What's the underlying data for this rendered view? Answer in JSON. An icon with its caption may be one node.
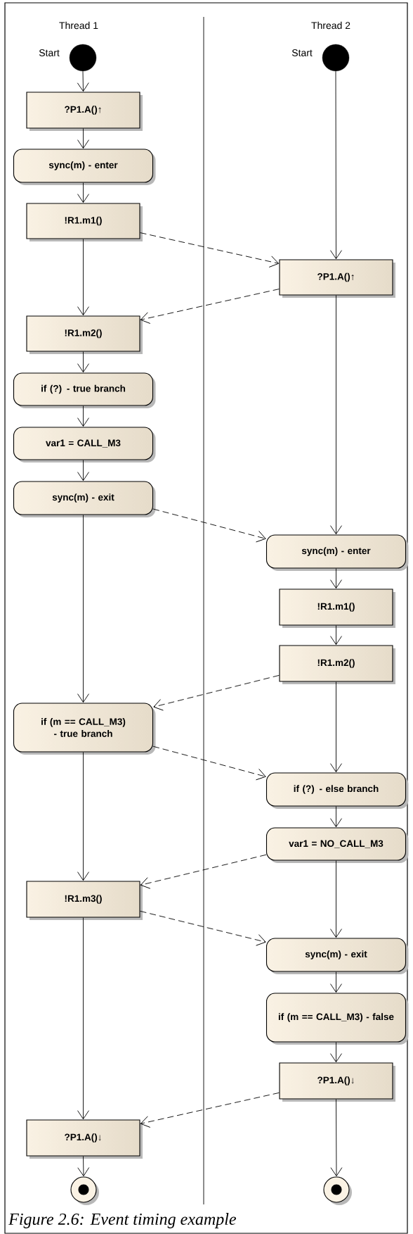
{
  "diagram": {
    "caption": "Figure 2.6: Event timing example",
    "nodes": [
      {
        "text": [],
        "shape": "circle",
        "beside": [
          "Start"
        ]
      },
      {
        "text": [],
        "shape": "circle",
        "beside": [
          "Start"
        ]
      },
      {
        "text": [
          "?P1.A()↑"
        ]
      },
      {
        "text": [
          "sync(m) - enter"
        ]
      },
      {
        "text": [
          "!R1.m1()"
        ]
      },
      {
        "text": [
          "?P1.A()↑"
        ]
      },
      {
        "text": [
          "!R1.m2()"
        ]
      },
      {
        "text": [
          "if (?) - true branch"
        ]
      },
      {
        "text": [
          "var1 = CALL_M3"
        ]
      },
      {
        "text": [
          "sync(m) - exit"
        ]
      },
      {
        "text": [
          "sync(m) - enter"
        ]
      },
      {
        "text": [
          "!R1.m1()"
        ]
      },
      {
        "text": [
          "!R1.m2()"
        ]
      },
      {
        "text": [
          "if (m == CALL_M3) - true branch"
        ]
      },
      {
        "text": [
          "if (?) - else branch"
        ]
      },
      {
        "text": [
          "var1 = NO_CALL_M3"
        ]
      },
      {
        "text": [
          "!R1.m3()"
        ]
      },
      {
        "text": [
          "sync(m) - exit"
        ]
      },
      {
        "text": [
          "if (m == CALL_M3) - false"
        ]
      },
      {
        "text": [
          "?P1.A()↓"
        ]
      },
      {
        "text": [
          "?P1.A()↓"
        ]
      },
      {
        "text": [],
        "shape": "bullseye"
      },
      {
        "text": [],
        "shape": "bullseye"
      }
    ],
    "edges": [
      {
        "from": 0,
        "to": 2,
        "arrow": "to"
      },
      {
        "from": 2,
        "to": 3,
        "arrow": "to"
      },
      {
        "from": 3,
        "to": 4,
        "arrow": "to"
      },
      {
        "from": 4,
        "to": 6,
        "arrow": "to"
      },
      {
        "from": 6,
        "to": 7,
        "arrow": "to"
      },
      {
        "from": 7,
        "to": 8,
        "arrow": "to"
      },
      {
        "from": 8,
        "to": 9,
        "arrow": "to"
      },
      {
        "from": 9,
        "to": 13,
        "arrow": "to"
      },
      {
        "from": 13,
        "to": 16,
        "arrow": "to"
      },
      {
        "from": 16,
        "to": 20,
        "arrow": "to"
      },
      {
        "from": 20,
        "to": 21,
        "arrow": "to"
      },
      {
        "from": 1,
        "to": 5,
        "arrow": "to"
      },
      {
        "from": 5,
        "to": 10,
        "arrow": "to"
      },
      {
        "from": 10,
        "to": 11,
        "arrow": "to"
      },
      {
        "from": 11,
        "to": 12,
        "arrow": "to"
      },
      {
        "from": 12,
        "to": 14,
        "arrow": "to"
      },
      {
        "from": 14,
        "to": 15,
        "arrow": "to"
      },
      {
        "from": 15,
        "to": 17,
        "arrow": "to"
      },
      {
        "from": 17,
        "to": 18,
        "arrow": "to"
      },
      {
        "from": 18,
        "to": 19,
        "arrow": "to"
      },
      {
        "from": 19,
        "to": 22,
        "arrow": "to"
      },
      {
        "from": 4,
        "to": 5,
        "arrow": "to",
        "style": "dashed"
      },
      {
        "from": 5,
        "to": 6,
        "arrow": "to",
        "style": "dashed"
      },
      {
        "from": 9,
        "to": 10,
        "arrow": "to",
        "style": "dashed"
      },
      {
        "from": 12,
        "to": 13,
        "arrow": "to",
        "style": "dashed"
      },
      {
        "from": 13,
        "to": 14,
        "arrow": "to",
        "style": "dashed"
      },
      {
        "from": 15,
        "to": 16,
        "arrow": "to",
        "style": "dashed"
      },
      {
        "from": 16,
        "to": 17,
        "arrow": "to",
        "style": "dashed"
      },
      {
        "from": 19,
        "to": 20,
        "arrow": "to",
        "style": "dashed"
      }
    ],
    "labels": [
      "Thread 1",
      "Thread 2"
    ]
  }
}
